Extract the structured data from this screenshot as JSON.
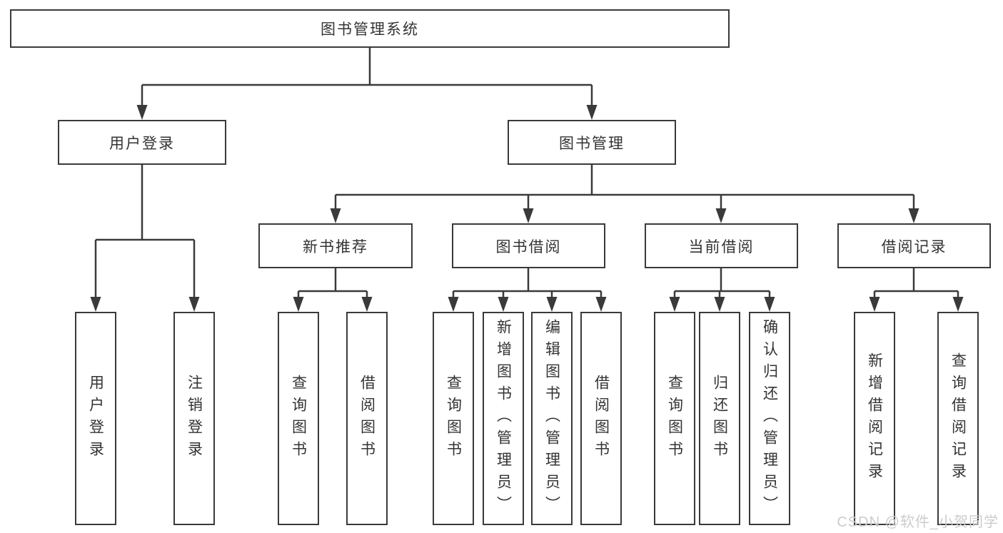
{
  "diagram": {
    "type": "hierarchy-tree",
    "root": {
      "label": "图书管理系统"
    },
    "level2": [
      {
        "label": "用户登录",
        "parent": "图书管理系统"
      },
      {
        "label": "图书管理",
        "parent": "图书管理系统"
      }
    ],
    "level3": [
      {
        "label": "新书推荐",
        "parent": "图书管理"
      },
      {
        "label": "图书借阅",
        "parent": "图书管理"
      },
      {
        "label": "当前借阅",
        "parent": "图书管理"
      },
      {
        "label": "借阅记录",
        "parent": "图书管理"
      }
    ],
    "leaves": [
      {
        "label": "用户登录",
        "parent": "用户登录"
      },
      {
        "label": "注销登录",
        "parent": "用户登录"
      },
      {
        "label": "查询图书",
        "parent": "新书推荐"
      },
      {
        "label": "借阅图书",
        "parent": "新书推荐"
      },
      {
        "label": "查询图书",
        "parent": "图书借阅"
      },
      {
        "label": "新增图书（管理员）",
        "parent": "图书借阅"
      },
      {
        "label": "编辑图书（管理员）",
        "parent": "图书借阅"
      },
      {
        "label": "借阅图书",
        "parent": "图书借阅"
      },
      {
        "label": "查询图书",
        "parent": "当前借阅"
      },
      {
        "label": "归还图书",
        "parent": "当前借阅"
      },
      {
        "label": "确认归还（管理员）",
        "parent": "当前借阅"
      },
      {
        "label": "新增借阅记录",
        "parent": "借阅记录"
      },
      {
        "label": "查询借阅记录",
        "parent": "借阅记录"
      }
    ],
    "watermark": "CSDN @软件_小贺同学",
    "colors": {
      "line": "#3a3a3a",
      "node_border": "#3a3a3a",
      "node_text": "#333333",
      "background": "#ffffff",
      "watermark_text": "#cccccc"
    }
  }
}
